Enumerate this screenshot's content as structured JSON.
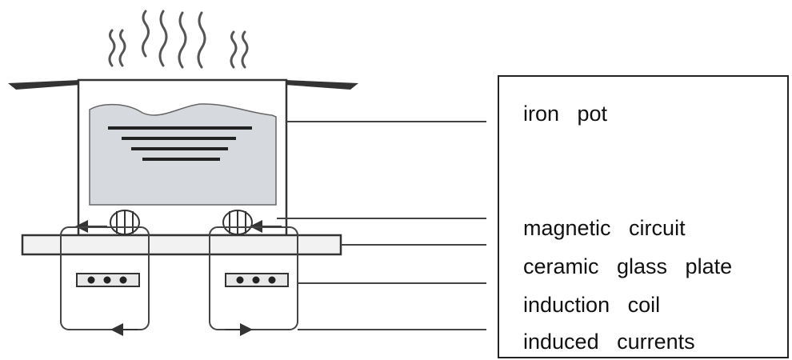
{
  "labels": {
    "iron_pot": "iron   pot",
    "magnetic_circuit": "magnetic   circuit",
    "ceramic_glass_plate": "ceramic   glass   plate",
    "induction_coil": "induction   coil",
    "induced_currents": "induced   currents"
  },
  "colors": {
    "line": "#222222",
    "contents": "#d5d8dc",
    "glass_plate": "#f2f2f2"
  }
}
